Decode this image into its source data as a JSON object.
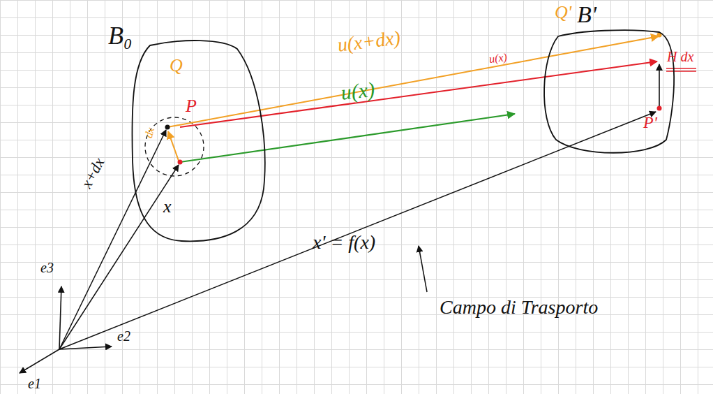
{
  "diagram": {
    "nodes": [
      {
        "text": [
          "B₀"
        ]
      },
      {
        "text": [
          "B'"
        ]
      }
    ],
    "labels": [
      "Q",
      "P",
      "dx",
      "u(x+dx)",
      "u(x)",
      "u(x)",
      "Q'",
      "H dx",
      "P'",
      "x+dx",
      "x",
      "x' = f(x)",
      "Campo di Trasporto",
      "e3",
      "e2",
      "e1"
    ]
  }
}
